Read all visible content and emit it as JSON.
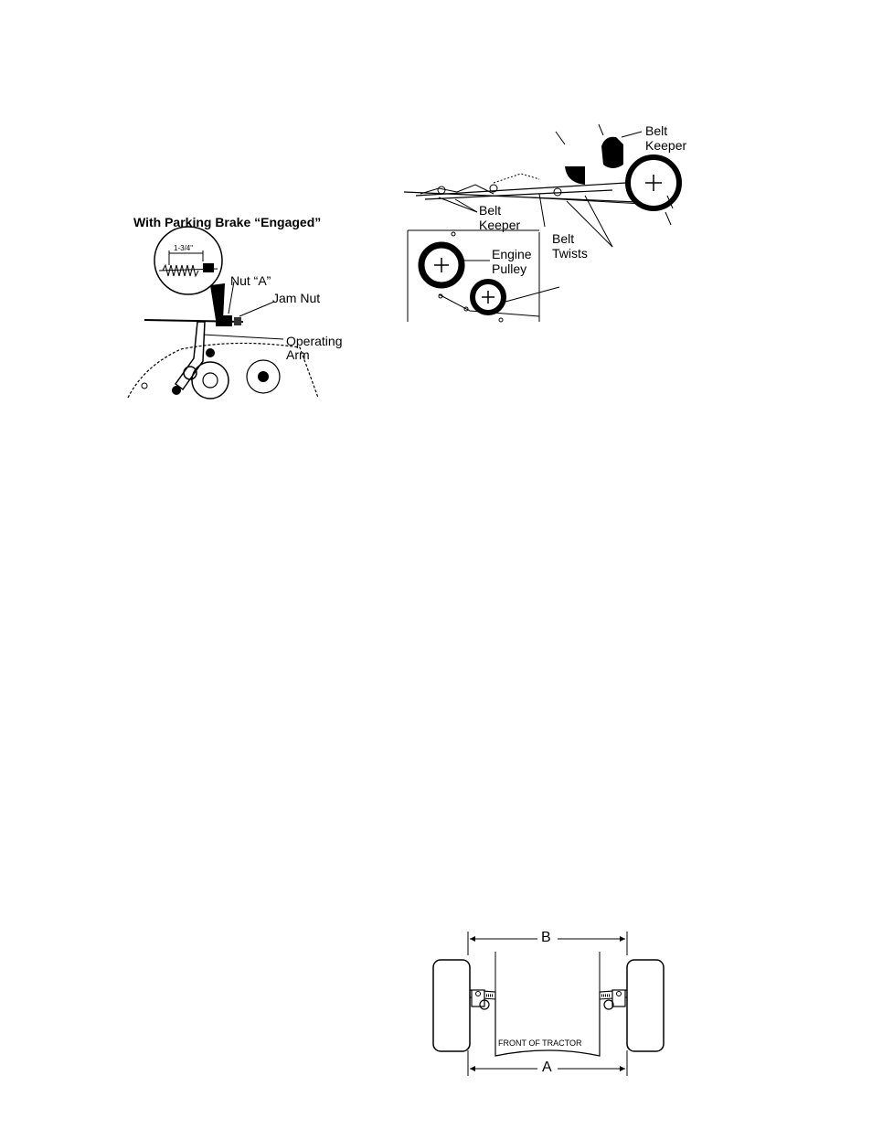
{
  "parking_brake_figure": {
    "title": "With Parking Brake “Engaged”",
    "dimension": "1-3/4\"",
    "labels": {
      "nut_a": "Nut “A”",
      "jam_nut": "Jam Nut",
      "operating_arm_1": "Operating",
      "operating_arm_2": "Arm"
    }
  },
  "belt_figure": {
    "labels": {
      "belt_keeper_top_1": "Belt",
      "belt_keeper_top_2": "Keeper",
      "belt_keeper_mid_1": "Belt",
      "belt_keeper_mid_2": "Keeper",
      "belt_twists_1": "Belt",
      "belt_twists_2": "Twists",
      "engine_pulley_1": "Engine",
      "engine_pulley_2": "Pulley"
    }
  },
  "toe_in_figure": {
    "labels": {
      "dimension_b": "B",
      "dimension_a": "A",
      "front_of_tractor": "FRONT OF TRACTOR"
    }
  }
}
